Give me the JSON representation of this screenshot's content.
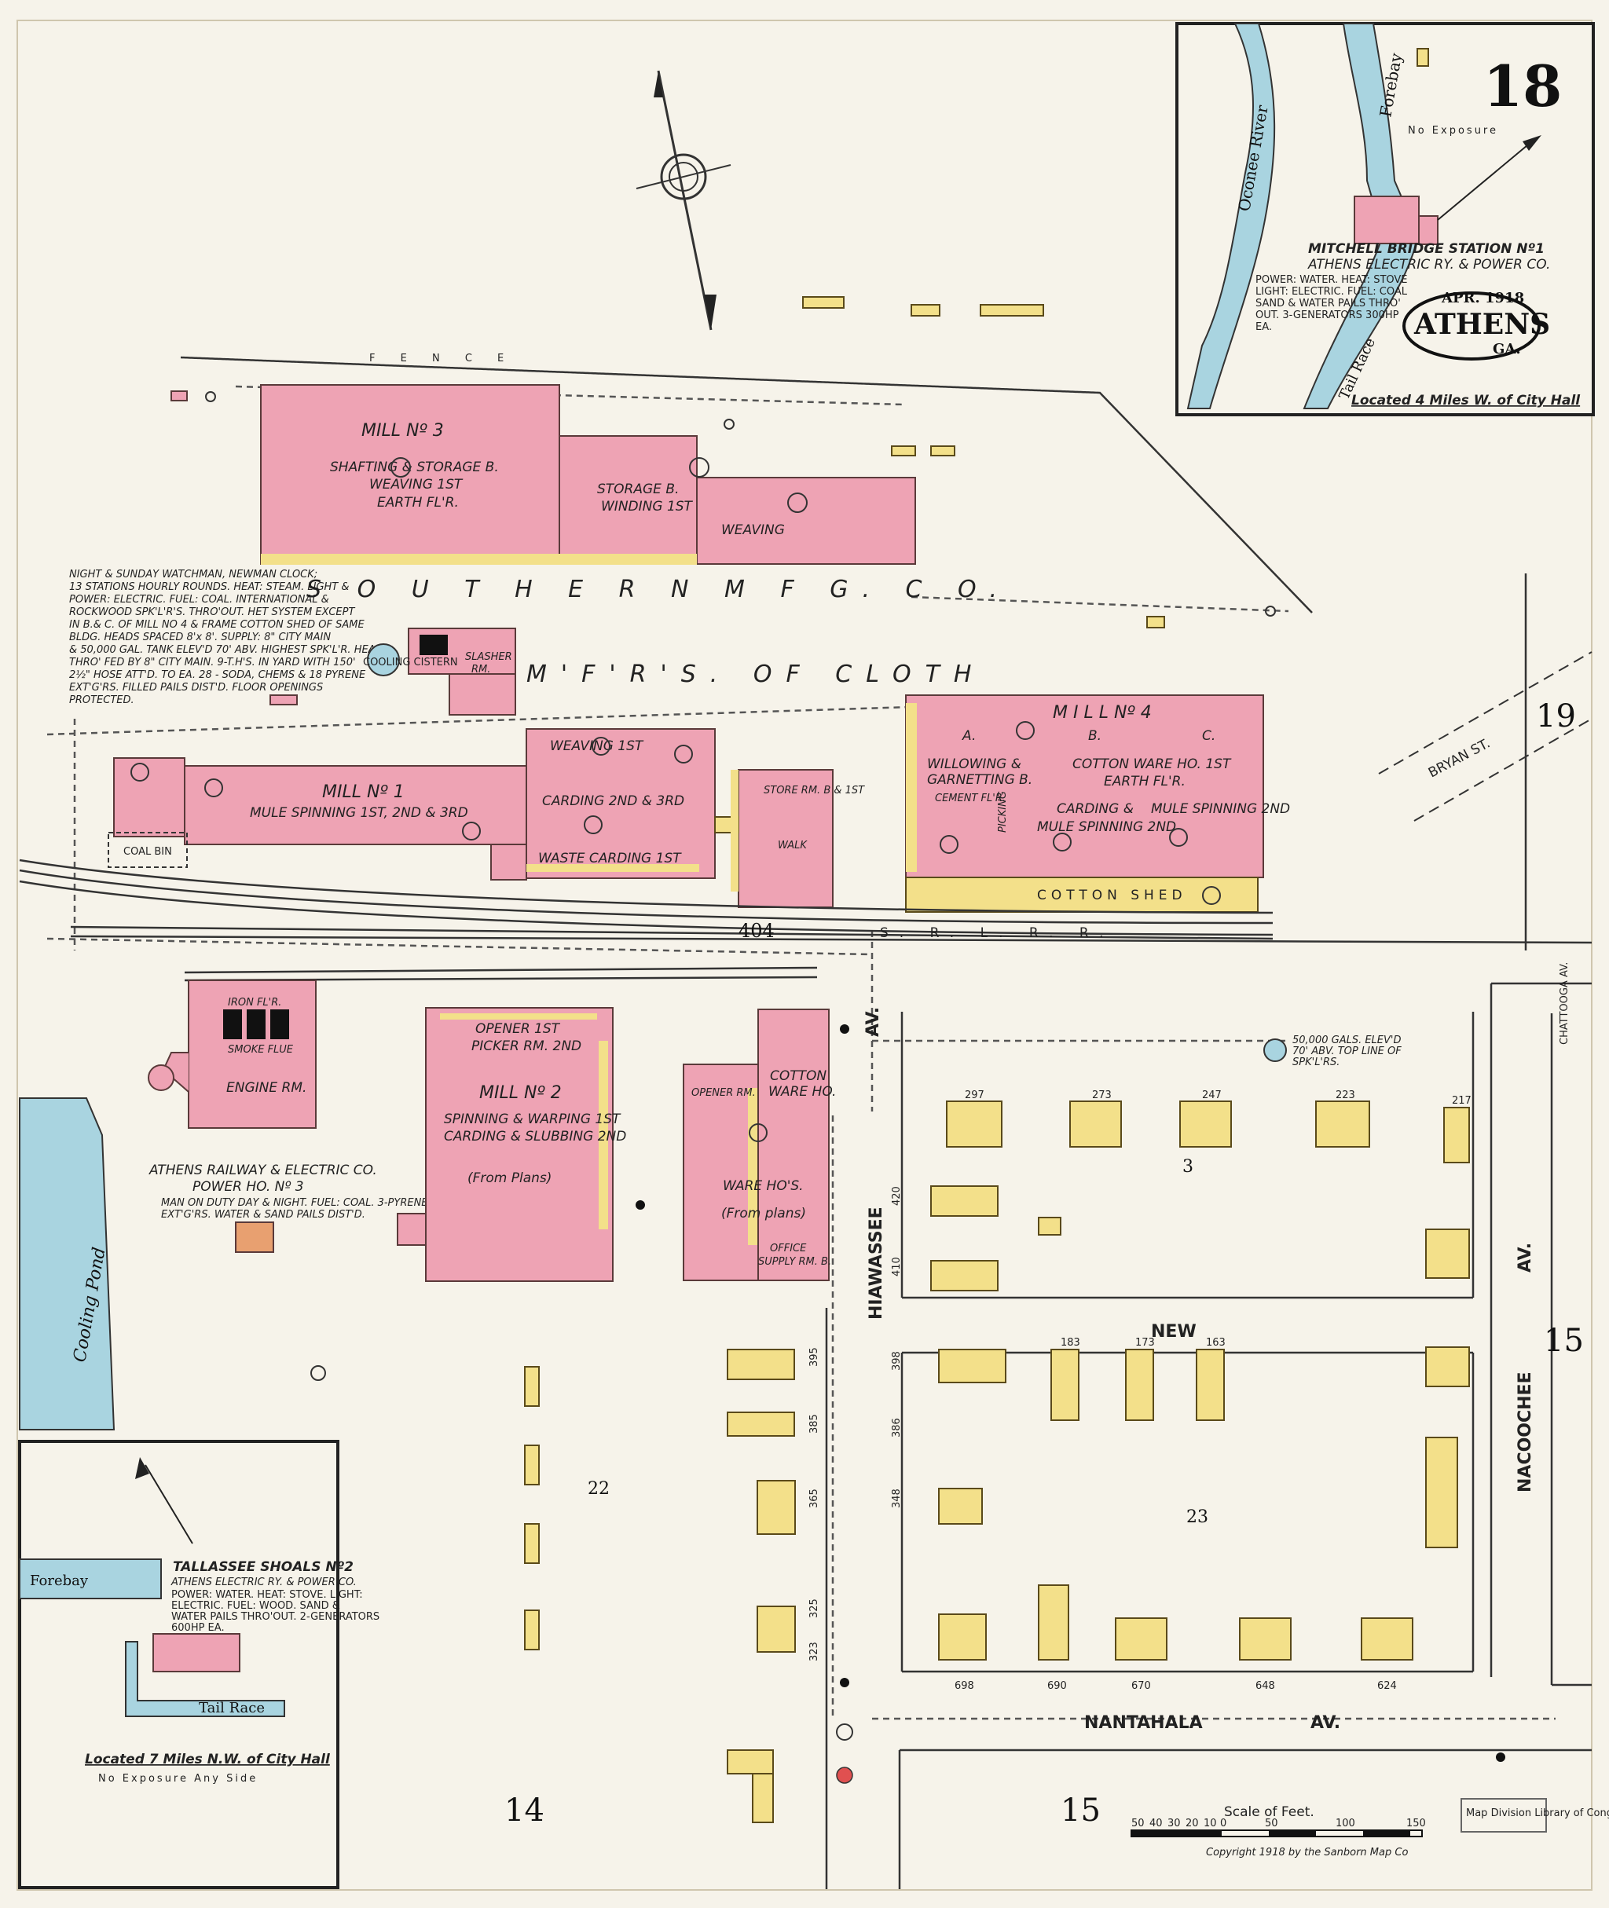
{
  "sheet": {
    "number": "18",
    "date": "APR. 1918",
    "city": "ATHENS",
    "state": "GA.",
    "copyright": "Copyright 1918 by the Sanborn Map Co",
    "stamp": "Map Division Library of Congress"
  },
  "scale": {
    "title": "Scale of Feet.",
    "ticks": [
      "50",
      "40",
      "30",
      "20",
      "10",
      "0",
      "50",
      "100",
      "150"
    ]
  },
  "inset_top": {
    "exposure": "No Exposure",
    "river": "Oconee River",
    "forebay": "Forebay",
    "tail_race": "Tail Race",
    "station": "MITCHELL BRIDGE STATION Nº1",
    "company": "ATHENS ELECTRIC RY. & POWER CO.",
    "notes": [
      "POWER: WATER. HEAT: STOVE",
      "LIGHT: ELECTRIC. FUEL: COAL",
      "SAND & WATER PAILS THRO'",
      "OUT. 3-GENERATORS 300HP",
      "EA."
    ],
    "located": "Located 4 Miles W. of City Hall"
  },
  "inset_bottom": {
    "forebay": "Forebay",
    "tail_race": "Tail Race",
    "station": "TALLASSEE SHOALS Nº2",
    "company": "ATHENS ELECTRIC RY. & POWER CO.",
    "notes": [
      "POWER: WATER. HEAT: STOVE. LIGHT:",
      "ELECTRIC. FUEL: WOOD. SAND &",
      "WATER PAILS THRO'OUT. 2-GENERATORS",
      "600HP EA."
    ],
    "located": "Located 7 Miles N.W. of City Hall",
    "exposure": "No Exposure Any Side"
  },
  "company": {
    "name_line1": "S O U T H E R N   M F G.   C O.",
    "name_line2": "M'F'R'S.  OF  CLOTH"
  },
  "watch_note": [
    "NIGHT & SUNDAY WATCHMAN, NEWMAN CLOCK;",
    "13 STATIONS HOURLY ROUNDS. HEAT: STEAM. LIGHT &",
    "POWER: ELECTRIC. FUEL: COAL. INTERNATIONAL &",
    "ROCKWOOD SPK'L'R'S. THRO'OUT. HET SYSTEM EXCEPT",
    "IN B.& C. OF MILL NO 4 & FRAME COTTON SHED OF SAME",
    "BLDG. HEADS SPACED 8'x 8'. SUPPLY: 8\" CITY MAIN",
    "& 50,000 GAL. TANK ELEV'D 70' ABV. HIGHEST SPK'L'R. HEAD",
    "THRO' FED BY 8\" CITY MAIN. 9-T.H'S. IN YARD WITH 150'",
    "2½\" HOSE ATT'D. TO EA. 28 - SODA, CHEMS & 18 PYRENE",
    "EXT'G'RS. FILLED PAILS DIST'D. FLOOR OPENINGS",
    "PROTECTED."
  ],
  "mills": {
    "mill3": {
      "title": "MILL Nº 3",
      "lines": [
        "SHAFTING & STORAGE B.",
        "WEAVING 1ST",
        "EARTH FL'R."
      ]
    },
    "storage": {
      "lines": [
        "STORAGE B.",
        "WINDING 1ST"
      ]
    },
    "weaving": {
      "lines": [
        "WEAVING"
      ]
    },
    "slasher": {
      "lines": [
        "SLASHER",
        "RM."
      ]
    },
    "mill1": {
      "title": "MILL Nº 1",
      "lines": [
        "MULE SPINNING 1ST, 2ND & 3RD"
      ]
    },
    "mill1_weaving": {
      "lines": [
        "WEAVING 1ST",
        "CARDING 2ND & 3RD",
        "WASTE CARDING 1ST"
      ]
    },
    "store": {
      "lines": [
        "STORE RM. B & 1ST",
        "WALK"
      ]
    },
    "mill4": {
      "title": "M I L L   Nº   4",
      "lines": [
        "A.",
        "B.",
        "C.",
        "WILLOWING &",
        "GARNETTING B.",
        "COTTON WARE HO. 1ST",
        "EARTH FL'R.",
        "CARDING &",
        "MULE SPINNING 2ND",
        "MULE SPINNING 2ND",
        "CEMENT FL'R.",
        "PICKING"
      ]
    },
    "cotton_shed": "COTTON SHED",
    "mill2": {
      "title": "MILL Nº 2",
      "lines": [
        "OPENER 1ST",
        "PICKER RM. 2ND",
        "SPINNING & WARPING 1ST",
        "CARDING & SLUBBING 2ND",
        "(From Plans)"
      ]
    },
    "warehouse": {
      "lines": [
        "COTTON",
        "WARE HO.",
        "OPENER RM.",
        "WARE HO'S.",
        "(From plans)",
        "OFFICE",
        "SUPPLY RM. B."
      ]
    },
    "coal_bin": "COAL BIN",
    "cooling_cistern": "COOLING CISTERN"
  },
  "power_house": {
    "lines": [
      "IRON FL'R.",
      "SMOKE FLUE",
      "ENGINE RM."
    ],
    "name1": "ATHENS RAILWAY & ELECTRIC CO.",
    "name2": "POWER HO. Nº 3",
    "notes": [
      "MAN ON DUTY DAY & NIGHT. FUEL: COAL. 3-PYRENE",
      "EXT'G'RS. WATER & SAND PAILS DIST'D."
    ]
  },
  "tank_note": [
    "50,000 GALS. ELEV'D",
    "70' ABV. TOP LINE OF",
    "SPK'L'RS."
  ],
  "streets": {
    "hiawassee": "HIAWASSEE",
    "av1": "AV.",
    "new": "NEW",
    "nantahala": "NANTAHALA",
    "av2": "AV.",
    "nacoochee": "NACOOCHEE",
    "av3": "AV.",
    "bryan": "BRYAN ST.",
    "chattooga": "CHATTOOGA AV.",
    "railroad": "S.  R.  L.  R.  R.",
    "cooling_pond": "Cooling Pond",
    "fence": "F E N C E"
  },
  "sheet_refs": {
    "n19": "19",
    "n15a": "15",
    "n14": "14",
    "n15b": "15",
    "n404": "404"
  },
  "blocks": {
    "b3": "3",
    "b22": "22",
    "b23": "23"
  },
  "house_numbers": [
    "297",
    "273",
    "247",
    "223",
    "217",
    "183",
    "173",
    "163",
    "698",
    "690",
    "670",
    "648",
    "624",
    "420",
    "410",
    "398",
    "386",
    "348",
    "365",
    "385",
    "395",
    "323",
    "325"
  ]
}
